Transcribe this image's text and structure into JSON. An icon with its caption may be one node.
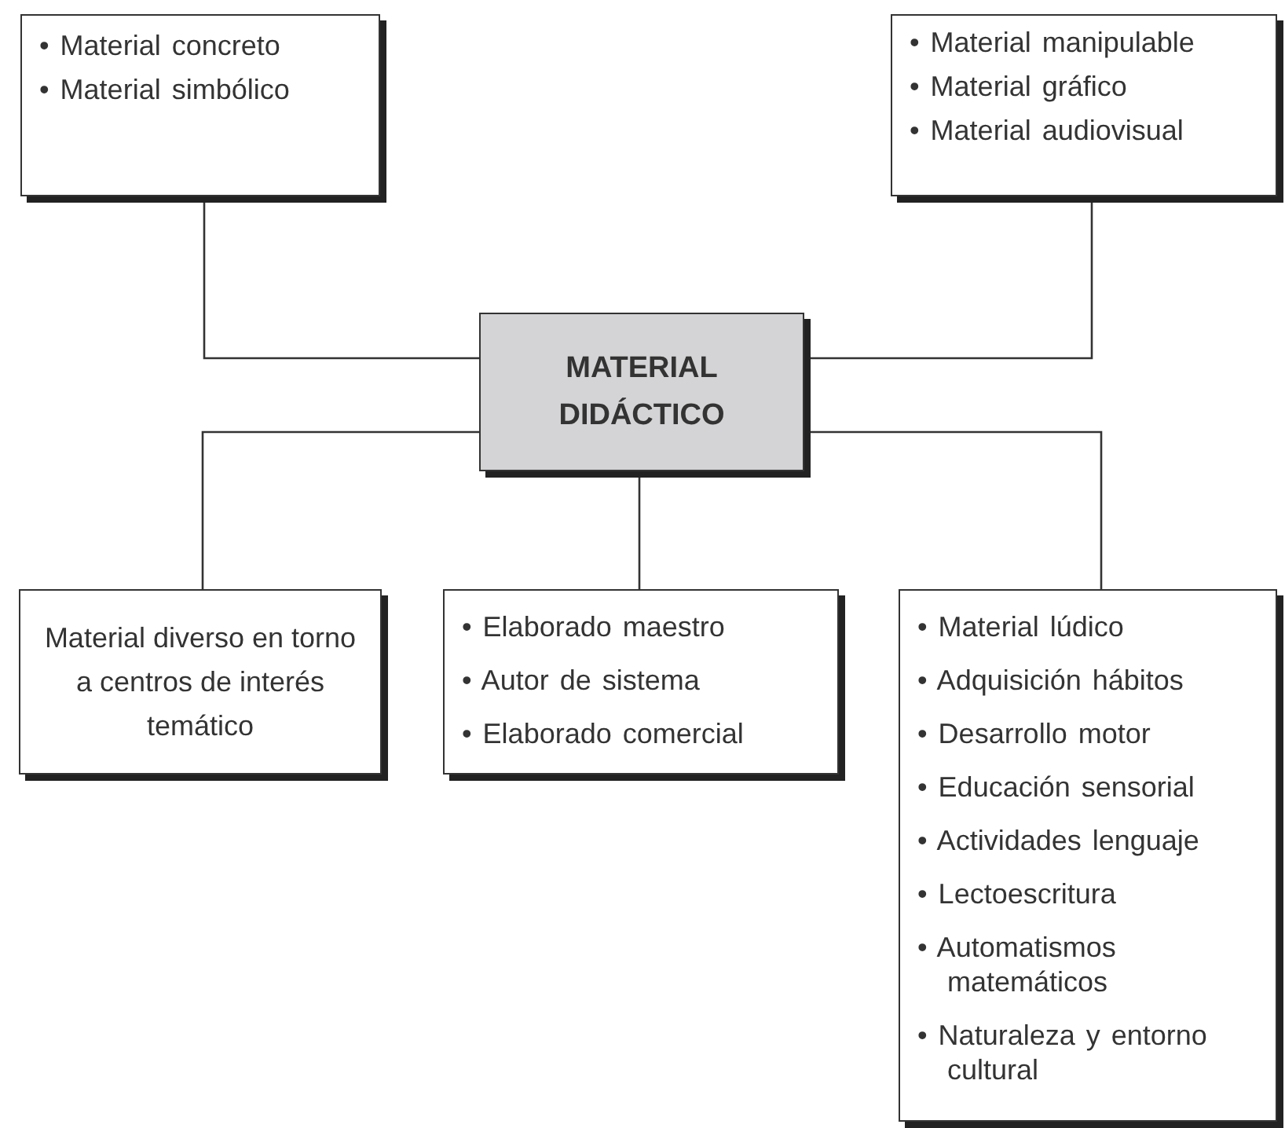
{
  "diagram": {
    "nodes": [
      {
        "text": [
          "MATERIAL DIDÁCTICO"
        ]
      },
      {
        "text": [
          "• Material concreto",
          "• Material simbólico"
        ]
      },
      {
        "text": [
          "• Material manipulable",
          "• Material gráfico",
          "• Material audiovisual"
        ]
      },
      {
        "text": [
          "Material diverso en torno a centros de interés temático"
        ]
      },
      {
        "text": [
          "• Elaborado maestro",
          "• Autor de sistema",
          "• Elaborado comercial"
        ]
      },
      {
        "text": [
          "• Material lúdico",
          "• Adquisición hábitos",
          "• Desarrollo motor",
          "• Educación sensorial",
          "• Actividades lenguaje",
          "• Lectoescritura",
          "• Automatismos matemáticos",
          "• Naturaleza y entorno cultural"
        ]
      }
    ],
    "edges": [
      {
        "from": 0,
        "to": 1,
        "arrow": "none"
      },
      {
        "from": 0,
        "to": 2,
        "arrow": "none"
      },
      {
        "from": 0,
        "to": 3,
        "arrow": "none"
      },
      {
        "from": 0,
        "to": 4,
        "arrow": "none"
      },
      {
        "from": 0,
        "to": 5,
        "arrow": "none"
      }
    ]
  }
}
